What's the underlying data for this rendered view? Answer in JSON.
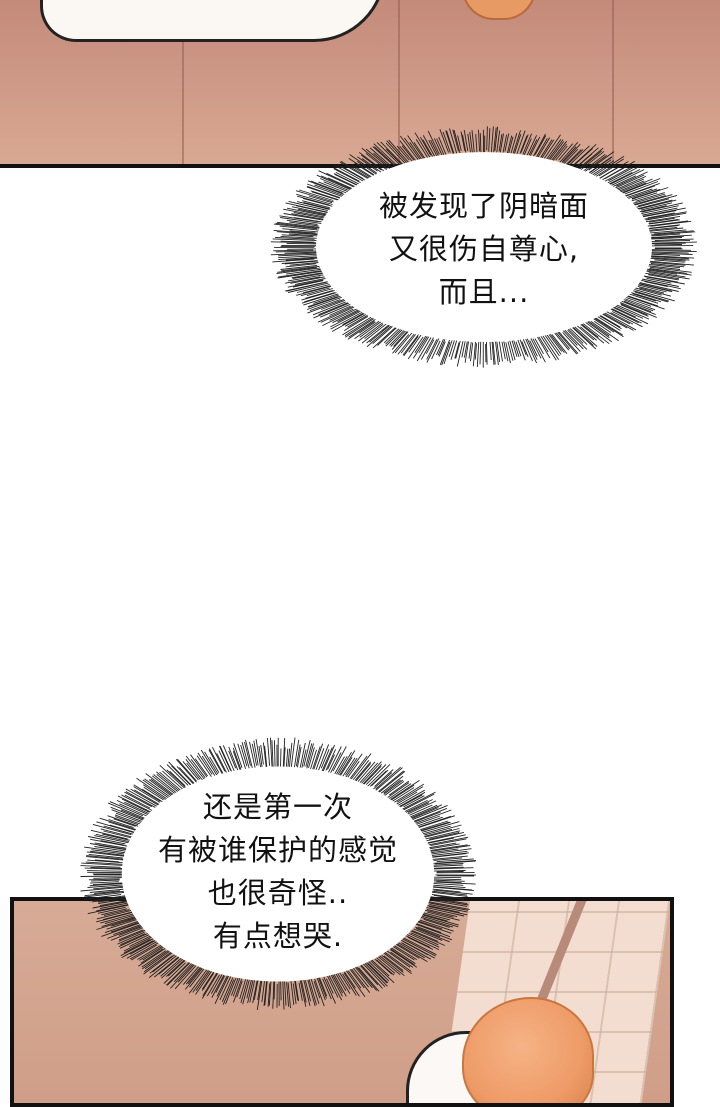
{
  "bubble_1": {
    "lines": [
      "被发现了阴暗面",
      "又很伤自尊心,",
      "而且..."
    ]
  },
  "bubble_2": {
    "lines": [
      "还是第一次",
      "有被谁保护的感觉",
      "也很奇怪..",
      "有点想哭."
    ]
  }
}
